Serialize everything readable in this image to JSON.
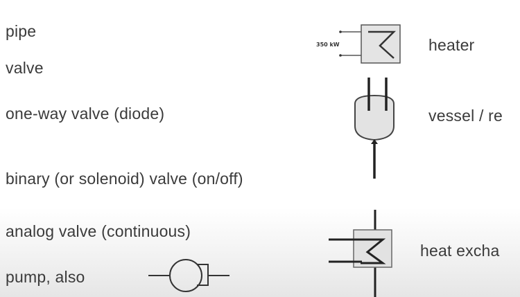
{
  "labels": {
    "pipe": "pipe",
    "valve": "valve",
    "one_way_valve": "one-way valve (diode)",
    "binary_valve": "binary (or solenoid) valve (on/off)",
    "analog_valve": "analog valve (continuous)",
    "pump": "pump, also",
    "heater": "heater",
    "vessel": "vessel / re",
    "heat_exchanger": "heat excha"
  },
  "heater_power": "350 kW",
  "colors": {
    "ink": "#3a3a3a",
    "symbol_fill": "#e2e2e2",
    "background": "#ffffff"
  }
}
